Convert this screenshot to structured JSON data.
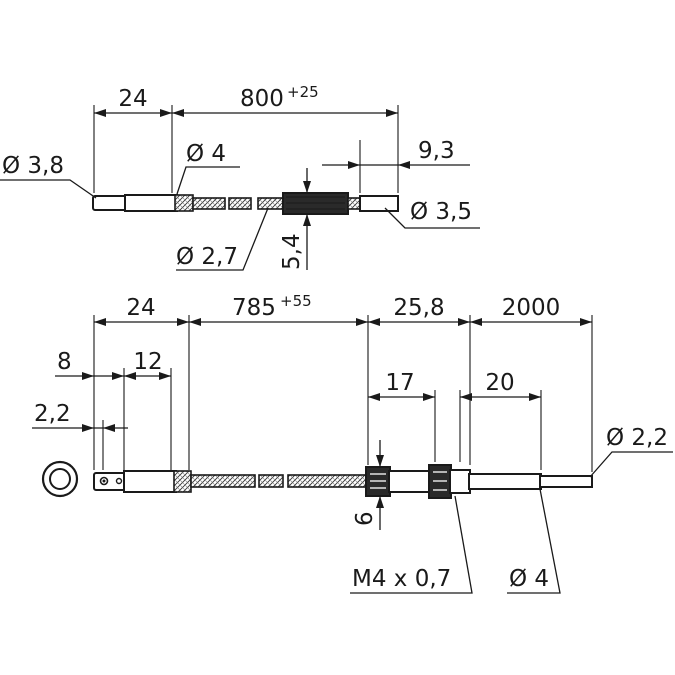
{
  "top_view": {
    "dim_24": "24",
    "dim_800": "800",
    "dim_800_tol": "+25",
    "dim_9_3": "9,3",
    "dia_3_8": "Ø 3,8",
    "dia_4": "Ø 4",
    "dia_3_5": "Ø 3,5",
    "dia_2_7": "Ø 2,7",
    "dim_5_4": "5,4"
  },
  "bottom_view": {
    "dim_24": "24",
    "dim_785": "785",
    "dim_785_tol": "+55",
    "dim_25_8": "25,8",
    "dim_2000": "2000",
    "dim_8": "8",
    "dim_12": "12",
    "dim_17": "17",
    "dim_20": "20",
    "dim_2_2": "2,2",
    "dia_2_2": "Ø 2,2",
    "dim_6": "6",
    "thread": "M4 x 0,7",
    "dia_4": "Ø 4"
  }
}
